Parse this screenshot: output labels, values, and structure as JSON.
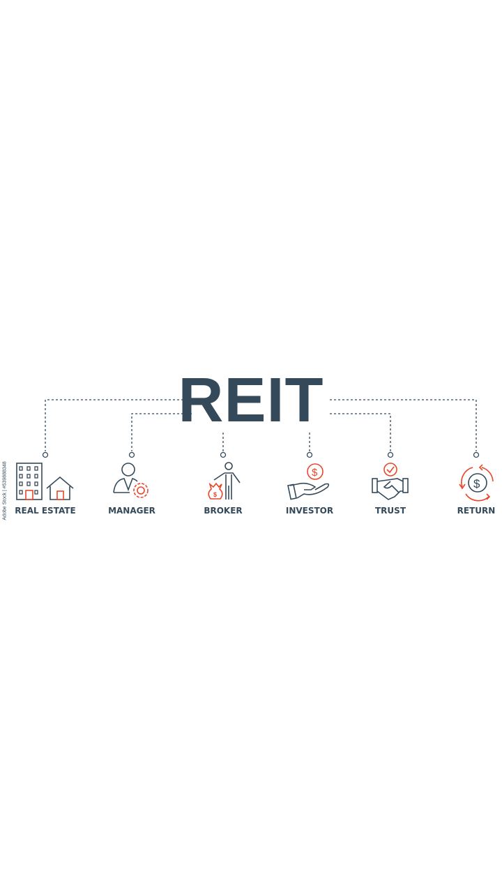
{
  "title": "REIT",
  "items": [
    {
      "label": "REAL ESTATE",
      "icon": "buildings-house-icon"
    },
    {
      "label": "MANAGER",
      "icon": "manager-gear-icon"
    },
    {
      "label": "BROKER",
      "icon": "broker-money-bag-icon"
    },
    {
      "label": "INVESTOR",
      "icon": "hand-dollar-icon"
    },
    {
      "label": "TRUST",
      "icon": "handshake-check-icon"
    },
    {
      "label": "RETURN",
      "icon": "dollar-cycle-icon"
    }
  ],
  "watermark": "Adobe Stock | #539888348",
  "colors": {
    "primary": "#34495a",
    "accent": "#e8472a"
  }
}
